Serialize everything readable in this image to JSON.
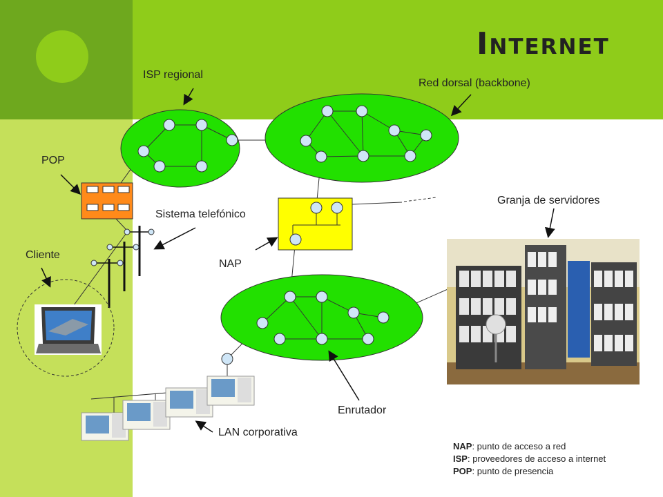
{
  "title": "Internet",
  "labels": {
    "isp_regional": "ISP regional",
    "red_dorsal": "Red dorsal (backbone)",
    "pop": "POP",
    "sistema_telefonico": "Sistema telefónico",
    "granja": "Granja de servidores",
    "cliente": "Cliente",
    "nap": "NAP",
    "enrutador": "Enrutador",
    "lan": "LAN corporativa"
  },
  "legend": [
    {
      "term": "NAP",
      "desc": ": punto de acceso a red"
    },
    {
      "term": "ISP",
      "desc": ": proveedores de acceso a internet"
    },
    {
      "term": "POP",
      "desc": ": punto de presencia"
    }
  ],
  "colors": {
    "network_fill": "#22e000",
    "router_fill": "#cfe6f7",
    "nap_fill": "#ffff00",
    "pop_fill": "#ff8a1a"
  }
}
